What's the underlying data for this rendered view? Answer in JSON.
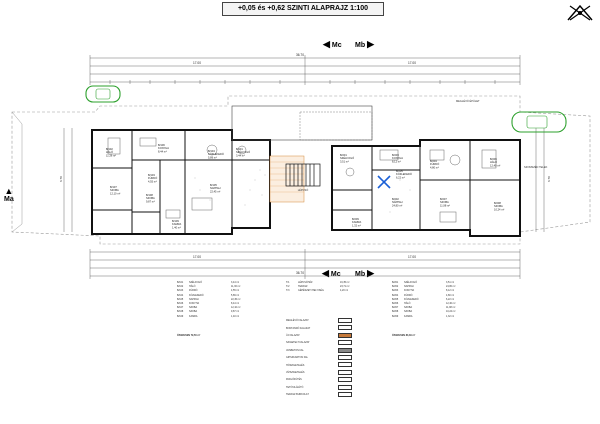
{
  "title": "+0,05 és +0,62 SZINTI ALAPRAJZ 1:100",
  "section_marks": [
    "Mc",
    "Mb",
    "Ma",
    "Mc",
    "Mb"
  ],
  "dimensions": {
    "top_total": "36.70",
    "top_mid": [
      "17.00",
      "17.00"
    ],
    "bottom_total": "36.70",
    "bottom_mid": [
      "17.00",
      "17.00"
    ],
    "side_left": "6.70",
    "side_right": "6.70"
  },
  "rooms_left": [
    {
      "id": "B/101",
      "name": "SZÉLFOGÓ",
      "area": "3,44 m²"
    },
    {
      "id": "B/102",
      "name": "HÁLÓ",
      "area": "11,36 m²"
    },
    {
      "id": "B/103",
      "name": "FÜRDŐ",
      "area": "4,55 m²"
    },
    {
      "id": "B/104",
      "name": "KÖZLEKEDŐ",
      "area": "5,89 m²"
    },
    {
      "id": "B/105",
      "name": "NAPPALI",
      "area": "22,45 m²"
    },
    {
      "id": "B/106",
      "name": "KONYHA",
      "area": "8,44 m²"
    },
    {
      "id": "B/107",
      "name": "SZOBA",
      "area": "12,10 m²"
    },
    {
      "id": "B/108",
      "name": "SZOBA",
      "area": "9,87 m²"
    },
    {
      "id": "B/109",
      "name": "KAMRA",
      "area": "1,40 m²"
    }
  ],
  "rooms_center": [
    {
      "id": "T/1",
      "name": "LÉPCSŐHÁZ",
      "area": "16,35 m²"
    },
    {
      "id": "T/2",
      "name": "TERASZ",
      "area": "23,71 m²"
    },
    {
      "id": "T/3",
      "name": "GÉPÉSZETI HELYISÉG",
      "area": "4,20 m²"
    }
  ],
  "rooms_right": [
    {
      "id": "B/201",
      "name": "SZÉLFOGÓ",
      "area": "3,51 m²"
    },
    {
      "id": "B/202",
      "name": "NAPPALI",
      "area": "24,80 m²"
    },
    {
      "id": "B/203",
      "name": "KONYHA",
      "area": "8,12 m²"
    },
    {
      "id": "B/204",
      "name": "FÜRDŐ",
      "area": "4,80 m²"
    },
    {
      "id": "B/205",
      "name": "KÖZLEKEDŐ",
      "area": "6,22 m²"
    },
    {
      "id": "B/206",
      "name": "HÁLÓ",
      "area": "12,40 m²"
    },
    {
      "id": "B/207",
      "name": "SZOBA",
      "area": "11,98 m²"
    },
    {
      "id": "B/208",
      "name": "SZOBA",
      "area": "10,24 m²"
    },
    {
      "id": "B/209",
      "name": "KAMRA",
      "area": "1,32 m²"
    }
  ],
  "summary_left": {
    "label": "ÖSSZESEN",
    "value": "79,50 m²"
  },
  "summary_right": {
    "label": "ÖSSZESEN",
    "value": "83,39 m²"
  },
  "legend": [
    "MEGLÉVŐ FALAZAT",
    "BONTANDÓ FALAZAT",
    "ÚJ FALAZAT",
    "SZIGETELT FALAZAT",
    "VASBETON FAL",
    "GIPSZKARTON FAL",
    "HŐSZIGETELÉS",
    "VÍZSZIGETELÉS",
    "PADLÓFŰTÉS",
    "TETŐVILÁGÍTÓ",
    "TERASZ BURKOLAT"
  ],
  "map_labels": {
    "right_annot": "MEGLÉVŐ ÉPÜLET",
    "right_side": "SZOMSZÉD TELEK",
    "center_stair": "LÉPCSŐ"
  }
}
